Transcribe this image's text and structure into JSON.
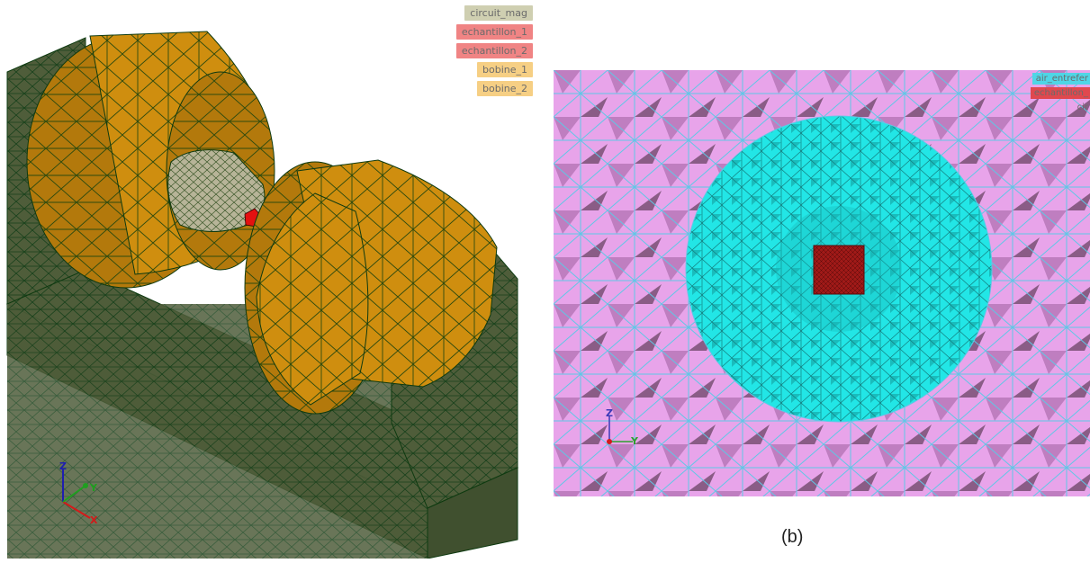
{
  "panel_a": {
    "legend": [
      {
        "label": "circuit_mag",
        "color": "#cfcfb1"
      },
      {
        "label": "echantillon_1",
        "color": "#f08484"
      },
      {
        "label": "echantillon_2",
        "color": "#f08484"
      },
      {
        "label": "bobine_1",
        "color": "#f6cf84"
      },
      {
        "label": "bobine_2",
        "color": "#f6cf84"
      }
    ],
    "axes": {
      "z": "Z",
      "y": "Y",
      "x": "X"
    },
    "colors": {
      "frame": "#4a5a3a",
      "coil": "#c98a12",
      "pole": "#b8b79a",
      "sample": "#e01010",
      "edge": "#0b3f12"
    }
  },
  "panel_b": {
    "legend": [
      {
        "label": "air_entrefer",
        "color": "#4fd6e6"
      },
      {
        "label": "echantillon_",
        "color": "#e0484e"
      },
      {
        "label": "cir",
        "color": "#e9a6ea"
      }
    ],
    "axes": {
      "z": "Z",
      "y": "Y"
    },
    "colors": {
      "outer": "#e9a6ea",
      "disk": "#1fe6e6",
      "sample": "#a01818",
      "edge": "#5ec8e6"
    }
  },
  "caption": "(b)"
}
